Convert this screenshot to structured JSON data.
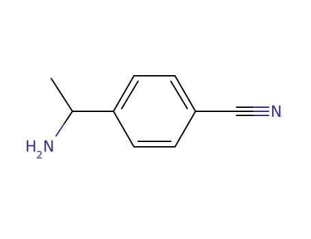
{
  "molecule": {
    "atoms": {
      "amine_h": "H",
      "amine_sub": "2",
      "amine_n": "N",
      "nitrile_n": "N"
    },
    "colors": {
      "bond": "#000000",
      "heteroatom": "#2f2f8f"
    }
  }
}
